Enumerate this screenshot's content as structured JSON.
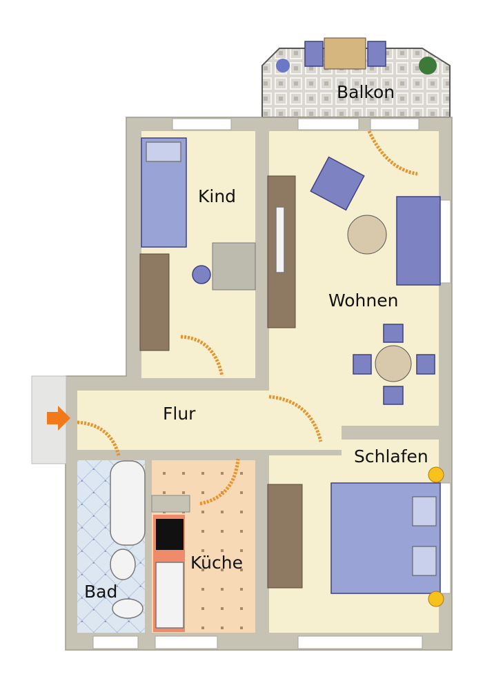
{
  "rooms": {
    "balcony": "Balkon",
    "child": "Kind",
    "living": "Wohnen",
    "hall": "Flur",
    "bedroom": "Schlafen",
    "kitchen": "Küche",
    "bath": "Bad"
  },
  "colors": {
    "wall": "#c6c2b4",
    "floor": "#f6f0d0",
    "kitchen_floor": "#f7d9b5",
    "bath_floor": "#dde7f2",
    "furniture": "#7c82c2",
    "door_arc": "#e8922a",
    "entry_arrow": "#f07a1a"
  }
}
